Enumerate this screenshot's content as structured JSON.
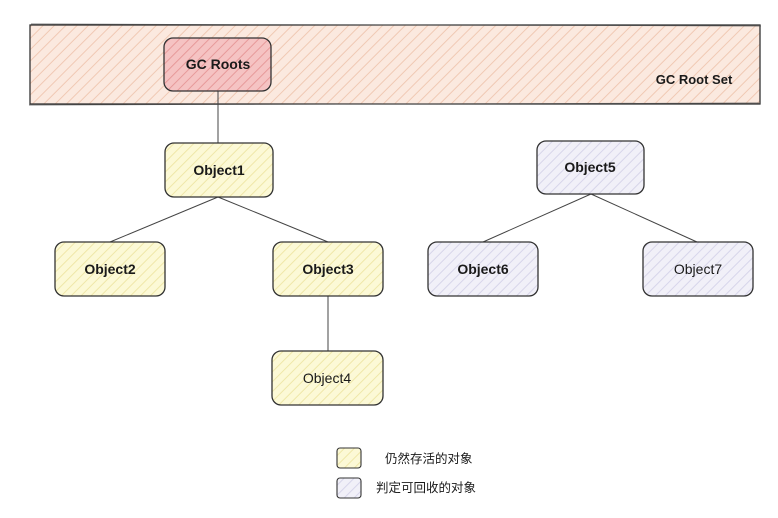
{
  "root_set": {
    "label": "GC Root Set"
  },
  "nodes": {
    "gc_roots": {
      "label": "GC Roots"
    },
    "object1": {
      "label": "Object1"
    },
    "object2": {
      "label": "Object2"
    },
    "object3": {
      "label": "Object3"
    },
    "object4": {
      "label": "Object4"
    },
    "object5": {
      "label": "Object5"
    },
    "object6": {
      "label": "Object6"
    },
    "object7": {
      "label": "Object7"
    }
  },
  "edges": [
    {
      "from": "gc_roots",
      "to": "object1"
    },
    {
      "from": "object1",
      "to": "object2"
    },
    {
      "from": "object1",
      "to": "object3"
    },
    {
      "from": "object3",
      "to": "object4"
    },
    {
      "from": "object5",
      "to": "object6"
    },
    {
      "from": "object5",
      "to": "object7"
    }
  ],
  "legend": {
    "alive": {
      "label": "仍然存活的对象"
    },
    "collectable": {
      "label": "判定可回收的对象"
    }
  },
  "colors": {
    "root_set_fill": "#fbe7dc",
    "gc_roots_fill": "#f3b9b9",
    "alive_fill": "#fbf7cf",
    "collectable_fill": "#ecebf6",
    "stroke": "#333333"
  }
}
